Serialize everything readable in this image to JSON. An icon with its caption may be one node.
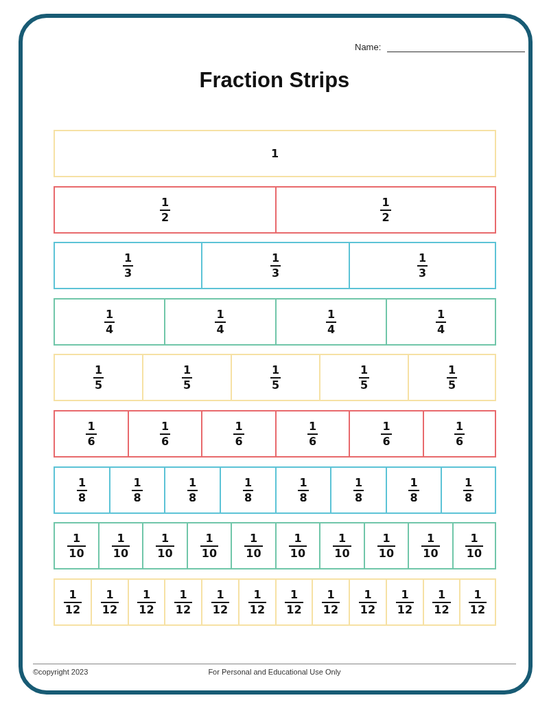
{
  "diagram": {
    "title": "Fraction Strips",
    "nodes": [
      {
        "text": [
          "1"
        ]
      },
      {
        "text": [
          "1",
          "2"
        ]
      },
      {
        "text": [
          "1",
          "2"
        ]
      },
      {
        "text": [
          "1",
          "3"
        ]
      },
      {
        "text": [
          "1",
          "3"
        ]
      },
      {
        "text": [
          "1",
          "3"
        ]
      },
      {
        "text": [
          "1",
          "4"
        ]
      },
      {
        "text": [
          "1",
          "4"
        ]
      },
      {
        "text": [
          "1",
          "4"
        ]
      },
      {
        "text": [
          "1",
          "4"
        ]
      },
      {
        "text": [
          "1",
          "5"
        ]
      },
      {
        "text": [
          "1",
          "5"
        ]
      },
      {
        "text": [
          "1",
          "5"
        ]
      },
      {
        "text": [
          "1",
          "5"
        ]
      },
      {
        "text": [
          "1",
          "5"
        ]
      },
      {
        "text": [
          "1",
          "6"
        ]
      },
      {
        "text": [
          "1",
          "6"
        ]
      },
      {
        "text": [
          "1",
          "6"
        ]
      },
      {
        "text": [
          "1",
          "6"
        ]
      },
      {
        "text": [
          "1",
          "6"
        ]
      },
      {
        "text": [
          "1",
          "6"
        ]
      },
      {
        "text": [
          "1",
          "8"
        ]
      },
      {
        "text": [
          "1",
          "8"
        ]
      },
      {
        "text": [
          "1",
          "8"
        ]
      },
      {
        "text": [
          "1",
          "8"
        ]
      },
      {
        "text": [
          "1",
          "8"
        ]
      },
      {
        "text": [
          "1",
          "8"
        ]
      },
      {
        "text": [
          "1",
          "8"
        ]
      },
      {
        "text": [
          "1",
          "8"
        ]
      },
      {
        "text": [
          "1",
          "10"
        ]
      },
      {
        "text": [
          "1",
          "10"
        ]
      },
      {
        "text": [
          "1",
          "10"
        ]
      },
      {
        "text": [
          "1",
          "10"
        ]
      },
      {
        "text": [
          "1",
          "10"
        ]
      },
      {
        "text": [
          "1",
          "10"
        ]
      },
      {
        "text": [
          "1",
          "10"
        ]
      },
      {
        "text": [
          "1",
          "10"
        ]
      },
      {
        "text": [
          "1",
          "10"
        ]
      },
      {
        "text": [
          "1",
          "10"
        ]
      },
      {
        "text": [
          "1",
          "12"
        ]
      },
      {
        "text": [
          "1",
          "12"
        ]
      },
      {
        "text": [
          "1",
          "12"
        ]
      },
      {
        "text": [
          "1",
          "12"
        ]
      },
      {
        "text": [
          "1",
          "12"
        ]
      },
      {
        "text": [
          "1",
          "12"
        ]
      },
      {
        "text": [
          "1",
          "12"
        ]
      },
      {
        "text": [
          "1",
          "12"
        ]
      },
      {
        "text": [
          "1",
          "12"
        ]
      },
      {
        "text": [
          "1",
          "12"
        ]
      },
      {
        "text": [
          "1",
          "12"
        ]
      },
      {
        "text": [
          "1",
          "12"
        ]
      }
    ],
    "labels": [
      "Name:",
      "©copyright 2023",
      "For Personal and Educational Use Only"
    ]
  }
}
